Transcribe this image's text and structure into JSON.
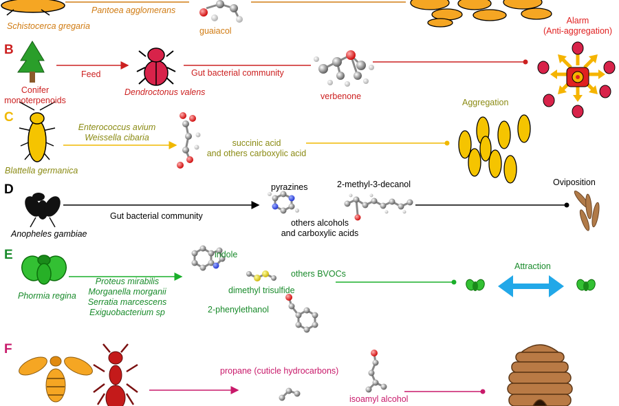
{
  "colors": {
    "A": "#d07b12",
    "B": "#cc2020",
    "C": "#8a8a12",
    "C_line": "#f0b800",
    "D": "#000000",
    "E": "#188a2a",
    "E_line": "#1aaf2a",
    "F": "#c8196a",
    "attraction": "#22a8e8",
    "alarm": "#e02020"
  },
  "panels": {
    "A": {
      "organism": "Schistocerca gregaria",
      "bacterium": "Pantoea agglomerans",
      "compound": "guaiacol"
    },
    "B": {
      "letter": "B",
      "source_line1": "Conifer",
      "source_line2": "monoterpenoids",
      "feed_label": "Feed",
      "organism": "Dendroctonus valens",
      "bacteria": "Gut bacterial community",
      "compound": "verbenone",
      "effect_line1": "Alarm",
      "effect_line2": "(Anti-aggregation)"
    },
    "C": {
      "letter": "C",
      "organism": "Blattella germanica",
      "bacterium1": "Enterococcus avium",
      "bacterium2": "Weissella cibaria",
      "compound_line1": "succinic acid",
      "compound_line2": "and others carboxylic acid",
      "effect": "Aggregation"
    },
    "D": {
      "letter": "D",
      "organism": "Anopheles gambiae",
      "bacteria": "Gut bacterial community",
      "compound1": "pyrazines",
      "compound2": "2-methyl-3-decanol",
      "compound3_line1": "others alcohols",
      "compound3_line2": "and carboxylic acids",
      "effect": "Oviposition"
    },
    "E": {
      "letter": "E",
      "organism": "Phormia regina",
      "bacteria": [
        "Proteus mirabilis",
        "Morganella morganii",
        "Serratia marcescens",
        "Exiguobacterium sp"
      ],
      "compound1": "indole",
      "compound2": "dimethyl trisulfide",
      "compound3": "others BVOCs",
      "compound4": "2-phenylethanol",
      "effect": "Attraction"
    },
    "F": {
      "letter": "F",
      "compound1": "propane (cuticle hydrocarbons)",
      "compound2": "isoamyl alcohol"
    }
  }
}
